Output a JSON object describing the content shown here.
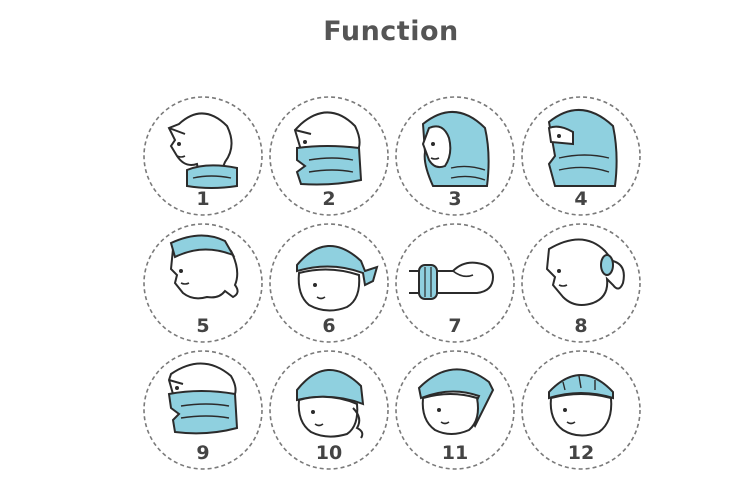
{
  "title": "Function",
  "colors": {
    "fabric": "#8fd0df",
    "outline": "#2b2b2b",
    "ring": "#7a7a7a",
    "text": "#444444"
  },
  "items": [
    {
      "label": "1",
      "icon": "neck-gaiter-icon"
    },
    {
      "label": "2",
      "icon": "face-scarf-icon"
    },
    {
      "label": "3",
      "icon": "hood-icon"
    },
    {
      "label": "4",
      "icon": "balaclava-icon"
    },
    {
      "label": "5",
      "icon": "headband-icon"
    },
    {
      "label": "6",
      "icon": "bandana-cap-icon"
    },
    {
      "label": "7",
      "icon": "wristband-icon"
    },
    {
      "label": "8",
      "icon": "hair-tie-icon"
    },
    {
      "label": "9",
      "icon": "face-mask-icon"
    },
    {
      "label": "10",
      "icon": "pirate-cap-icon"
    },
    {
      "label": "11",
      "icon": "headwrap-icon"
    },
    {
      "label": "12",
      "icon": "beanie-icon"
    }
  ]
}
